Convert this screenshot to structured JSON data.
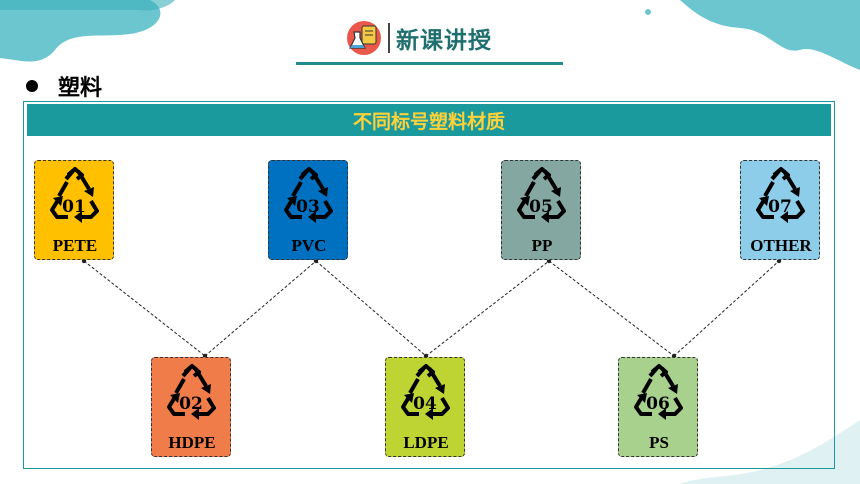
{
  "header": {
    "title": "新课讲授",
    "icon": "lab-flask-icon"
  },
  "section": {
    "heading": "塑料"
  },
  "panel": {
    "title": "不同标号塑料材质"
  },
  "plastics": [
    {
      "code": "01",
      "name": "PETE",
      "color": "#ffc000"
    },
    {
      "code": "03",
      "name": "PVC",
      "color": "#0070c0"
    },
    {
      "code": "05",
      "name": "PP",
      "color": "#85a7a1"
    },
    {
      "code": "07",
      "name": "OTHER",
      "color": "#8ecde9"
    },
    {
      "code": "02",
      "name": "HDPE",
      "color": "#f07c4a"
    },
    {
      "code": "04",
      "name": "LDPE",
      "color": "#bdd433"
    },
    {
      "code": "06",
      "name": "PS",
      "color": "#a9d18e"
    }
  ],
  "colors": {
    "accent": "#1a9a9d",
    "panel_title": "#ffd23a",
    "header_text": "#1f6f6f"
  }
}
